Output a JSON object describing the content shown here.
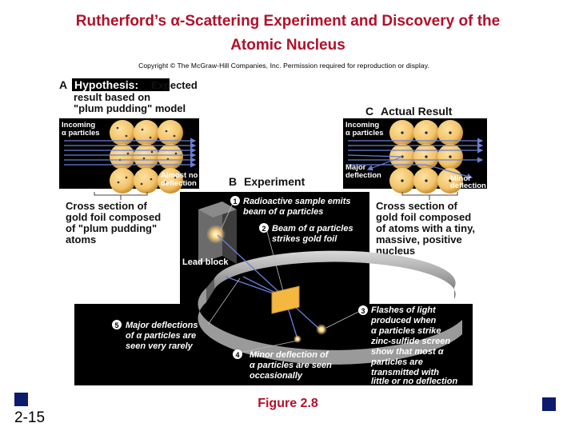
{
  "title_line1": "Rutherford’s α-Scattering Experiment and Discovery of the",
  "title_line2": "Atomic Nucleus",
  "copyright": "Copyright © The McGraw-Hill Companies, Inc. Permission required for reproduction or display.",
  "panel_a": {
    "heading_letter": "A",
    "heading": "Hypothesis:",
    "heading_rest": "Expected",
    "line2": "result based on",
    "line3": "\"plum pudding\" model",
    "incoming_1": "Incoming",
    "incoming_2": "α particles",
    "almost_1": "Almost no",
    "almost_2": "deflection",
    "cross_1": "Cross section of",
    "cross_2": "gold foil composed",
    "cross_3": "of \"plum pudding\"",
    "cross_4": "atoms"
  },
  "panel_b": {
    "heading_letter": "B",
    "heading": "Experiment",
    "step1_num": "1",
    "step1_a": "Radioactive sample emits",
    "step1_b": "beam of α particles",
    "step2_num": "2",
    "step2_a": "Beam of α particles",
    "step2_b": "strikes gold foil",
    "lead_block": "Lead block",
    "gold_foil": "Gold foil",
    "step3_num": "3",
    "step3_a": "Flashes of light",
    "step3_b": "produced when",
    "step3_c": "α particles strike",
    "step3_d": "zinc-sulfide screen",
    "step3_e": "show that most α",
    "step3_f": "particles are",
    "step3_g": "transmitted with",
    "step3_h": "little or no deflection",
    "step4_num": "4",
    "step4_a": "Minor deflection of",
    "step4_b": "α particles are seen",
    "step4_c": "occasionally",
    "step5_num": "5",
    "step5_a": "Major deflections",
    "step5_b": "of α particles are",
    "step5_c": "seen very rarely"
  },
  "panel_c": {
    "heading_letter": "C",
    "heading": "Actual Result",
    "incoming_1": "Incoming",
    "incoming_2": "α particles",
    "major_1": "Major",
    "major_2": "deflection",
    "minor_1": "Minor",
    "minor_2": "deflection",
    "cross_1": "Cross section of",
    "cross_2": "gold foil composed",
    "cross_3": "of atoms with a tiny,",
    "cross_4": "massive, positive",
    "cross_5": "nucleus"
  },
  "figure_caption": "Figure 2.8",
  "slide_number": "2-15",
  "colors": {
    "title": "#b3102a",
    "nav_square": "#0d1b6e",
    "panel_bg": "#000000",
    "atom": "#f2c36b"
  }
}
